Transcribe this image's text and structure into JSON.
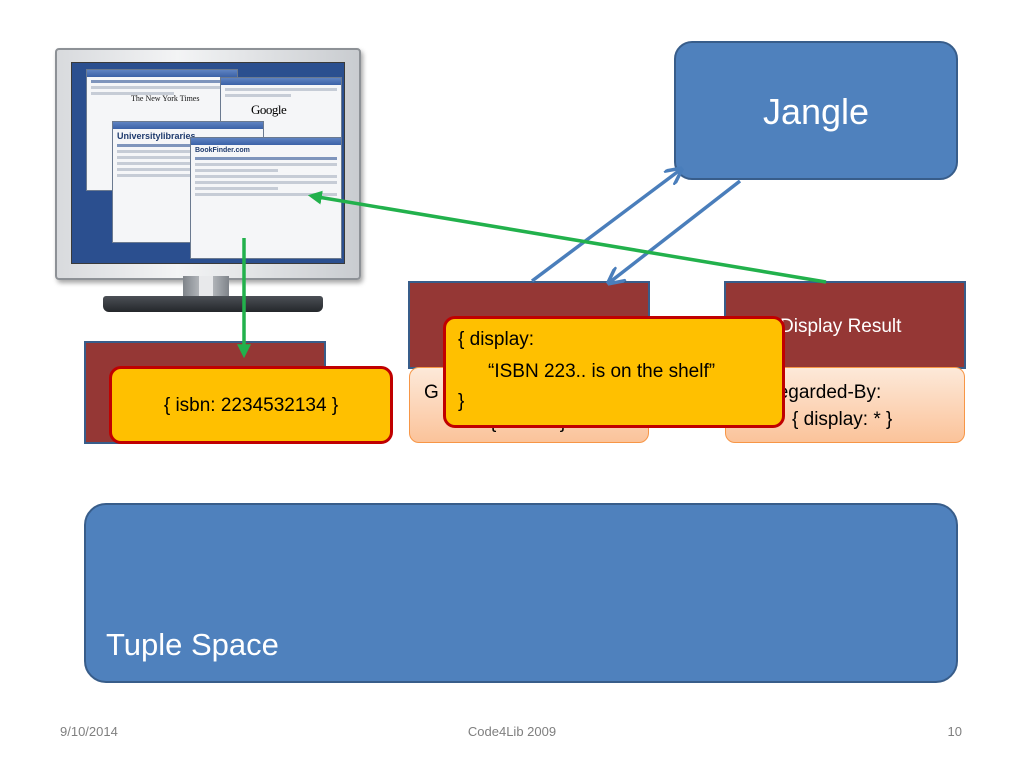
{
  "slide": {
    "jangle_label": "Jangle",
    "tuple_space_label": "Tuple Space",
    "display_result_label": "Display Result",
    "get_box_label": "G",
    "get_box_sub": "{ isbn: * }",
    "regarded_line1": "Regarded-By:",
    "regarded_line2": "{ display: * }",
    "isbn_tuple": "{ isbn: 2234532134 }",
    "display_tuple_line1": "{ display:",
    "display_tuple_line2": "“ISBN 223.. is on the shelf”",
    "display_tuple_line3": "}"
  },
  "monitor": {
    "nyt_masthead": "The New York Times",
    "google_logo": "Google",
    "library_title": "Universitylibraries",
    "bookfinder_title": "BookFinder.com"
  },
  "footer": {
    "date": "9/10/2014",
    "event": "Code4Lib 2009",
    "page_number": "10"
  },
  "colors": {
    "blue_box": "#4f81bd",
    "red_box": "#953735",
    "yellow_tuple": "#ffc000",
    "tuple_border": "#c00000",
    "green_arrow": "#22b14c",
    "blue_arrow": "#4a7ebb"
  }
}
